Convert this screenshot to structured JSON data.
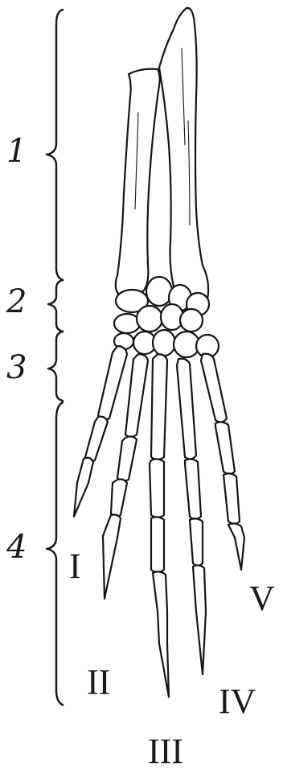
{
  "figure": {
    "region_labels": [
      "1",
      "2",
      "3",
      "4"
    ],
    "digit_labels": [
      "I",
      "II",
      "III",
      "IV",
      "V"
    ]
  }
}
